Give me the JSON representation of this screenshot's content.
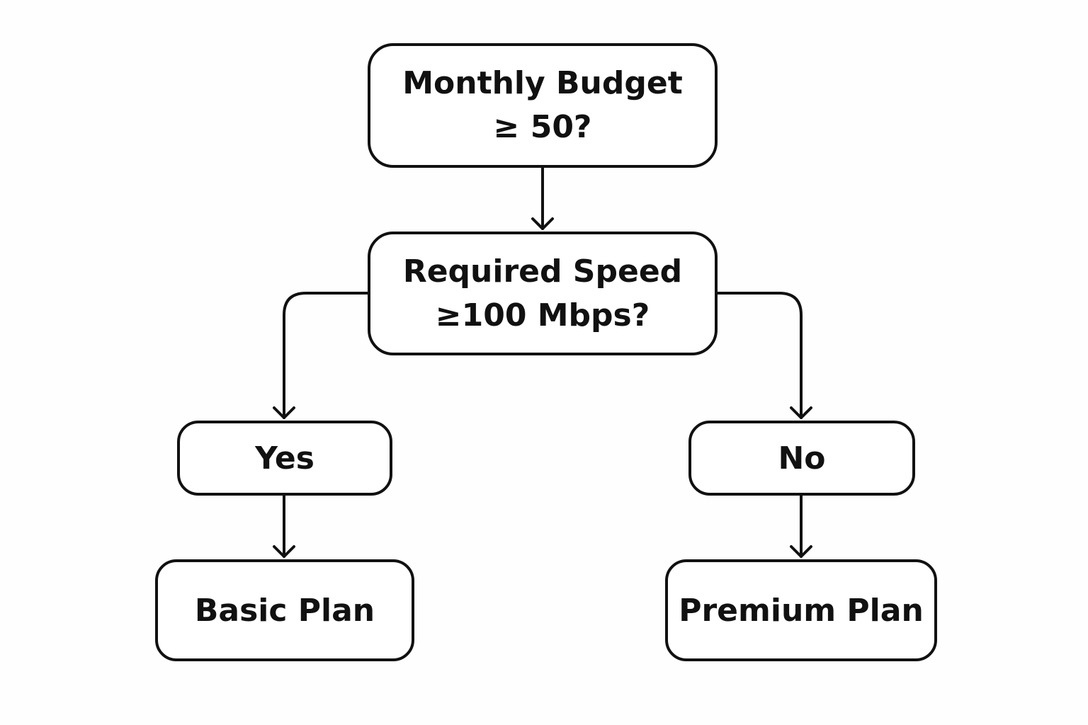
{
  "diagram": {
    "nodes": {
      "budget": {
        "line1": "Monthly Budget",
        "line2": "≥ 50?"
      },
      "speed": {
        "line1": "Required Speed",
        "line2": "≥100 Mbps?"
      },
      "yes": {
        "label": "Yes"
      },
      "no": {
        "label": "No"
      },
      "basic": {
        "label": "Basic Plan"
      },
      "premium": {
        "label": "Premium Plan"
      }
    },
    "colors": {
      "stroke": "#111111",
      "background": "#fefefe",
      "node_fill": "#ffffff"
    }
  }
}
